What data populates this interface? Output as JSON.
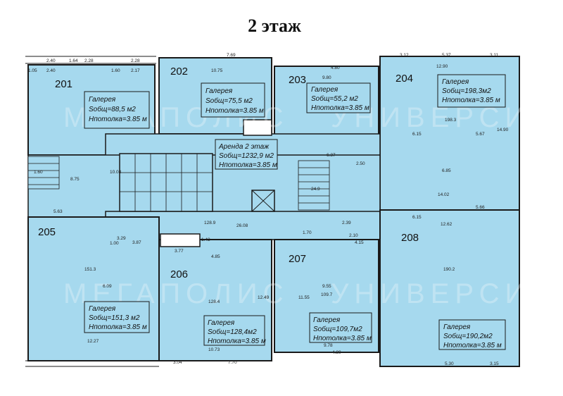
{
  "title": "2 этаж",
  "colors": {
    "room_fill": "#a6d9ee",
    "corridor_fill": "#a6d9ee",
    "wall": "#1a1a1a",
    "card_fill": "#a6d9ee"
  },
  "watermark": {
    "left": "МЕГАПОЛИС",
    "right": "УНИВЕРСИТЕТ"
  },
  "rooms": [
    {
      "id": "r201",
      "number": "201"
    },
    {
      "id": "r202",
      "number": "202"
    },
    {
      "id": "r203",
      "number": "203"
    },
    {
      "id": "r204",
      "number": "204"
    },
    {
      "id": "r205",
      "number": "205"
    },
    {
      "id": "r206",
      "number": "206"
    },
    {
      "id": "r207",
      "number": "207"
    },
    {
      "id": "r208",
      "number": "208"
    }
  ],
  "cards": [
    {
      "id": "c201",
      "l1": "Галерея",
      "l2": "Sобщ=88,5 м2",
      "l3": "Hпотолка=3.85 м"
    },
    {
      "id": "c202",
      "l1": "Галерея",
      "l2": "Sобщ=75,5 м2",
      "l3": "Hпотолка=3.85 м"
    },
    {
      "id": "c203",
      "l1": "Галерея",
      "l2": "Sобщ=55,2 м2",
      "l3": "Hпотолка=3.85 м"
    },
    {
      "id": "c204",
      "l1": "Галерея",
      "l2": "Sобщ=198,3м2",
      "l3": "Hпотолка=3.85 м"
    },
    {
      "id": "crent",
      "l1": "Аренда 2 этаж",
      "l2": "Sобщ=1232,9 м2",
      "l3": "Hпотолка=3.85 м"
    },
    {
      "id": "c205",
      "l1": "Галерея",
      "l2": "Sобщ=151,3 м2",
      "l3": "Hпотолка=3.85 м"
    },
    {
      "id": "c206",
      "l1": "Галерея",
      "l2": "Sобщ=128,4м2",
      "l3": "Hпотолка=3.85 м"
    },
    {
      "id": "c207",
      "l1": "Галерея",
      "l2": "Sобщ=109,7м2",
      "l3": "Hпотолка=3.85 м"
    },
    {
      "id": "c208",
      "l1": "Галерея",
      "l2": "Sобщ=190,2м2",
      "l3": "Hпотолка=3.85 м"
    }
  ],
  "dimensions": [
    "1.05",
    "2.40",
    "1.64",
    "2.28",
    "1.60",
    "2.17",
    "2.28",
    "2.40",
    "7.69",
    "10.75",
    "4.80",
    "9.80",
    "3.12",
    "5.37",
    "3.11",
    "12.90",
    "6.15",
    "5.67",
    "14.90",
    "6.85",
    "14.02",
    "5.66",
    "12.62",
    "6.15",
    "1.60",
    "8.75",
    "5.63",
    "26.08",
    "128.9",
    "1.00",
    "3.29",
    "3.87",
    "3.77",
    "1.43",
    "4.85",
    "2.39",
    "1.70",
    "4.15",
    "2.10",
    "9.55",
    "109.7",
    "12.49",
    "11.55",
    "10.73",
    "3.04",
    "7.70",
    "4.80",
    "9.78",
    "5.30",
    "3.15",
    "12.27",
    "6.09",
    "151.3",
    "128.4",
    "190.2",
    "198.3",
    "24.9",
    "10.08",
    "6.37",
    "2.50"
  ]
}
